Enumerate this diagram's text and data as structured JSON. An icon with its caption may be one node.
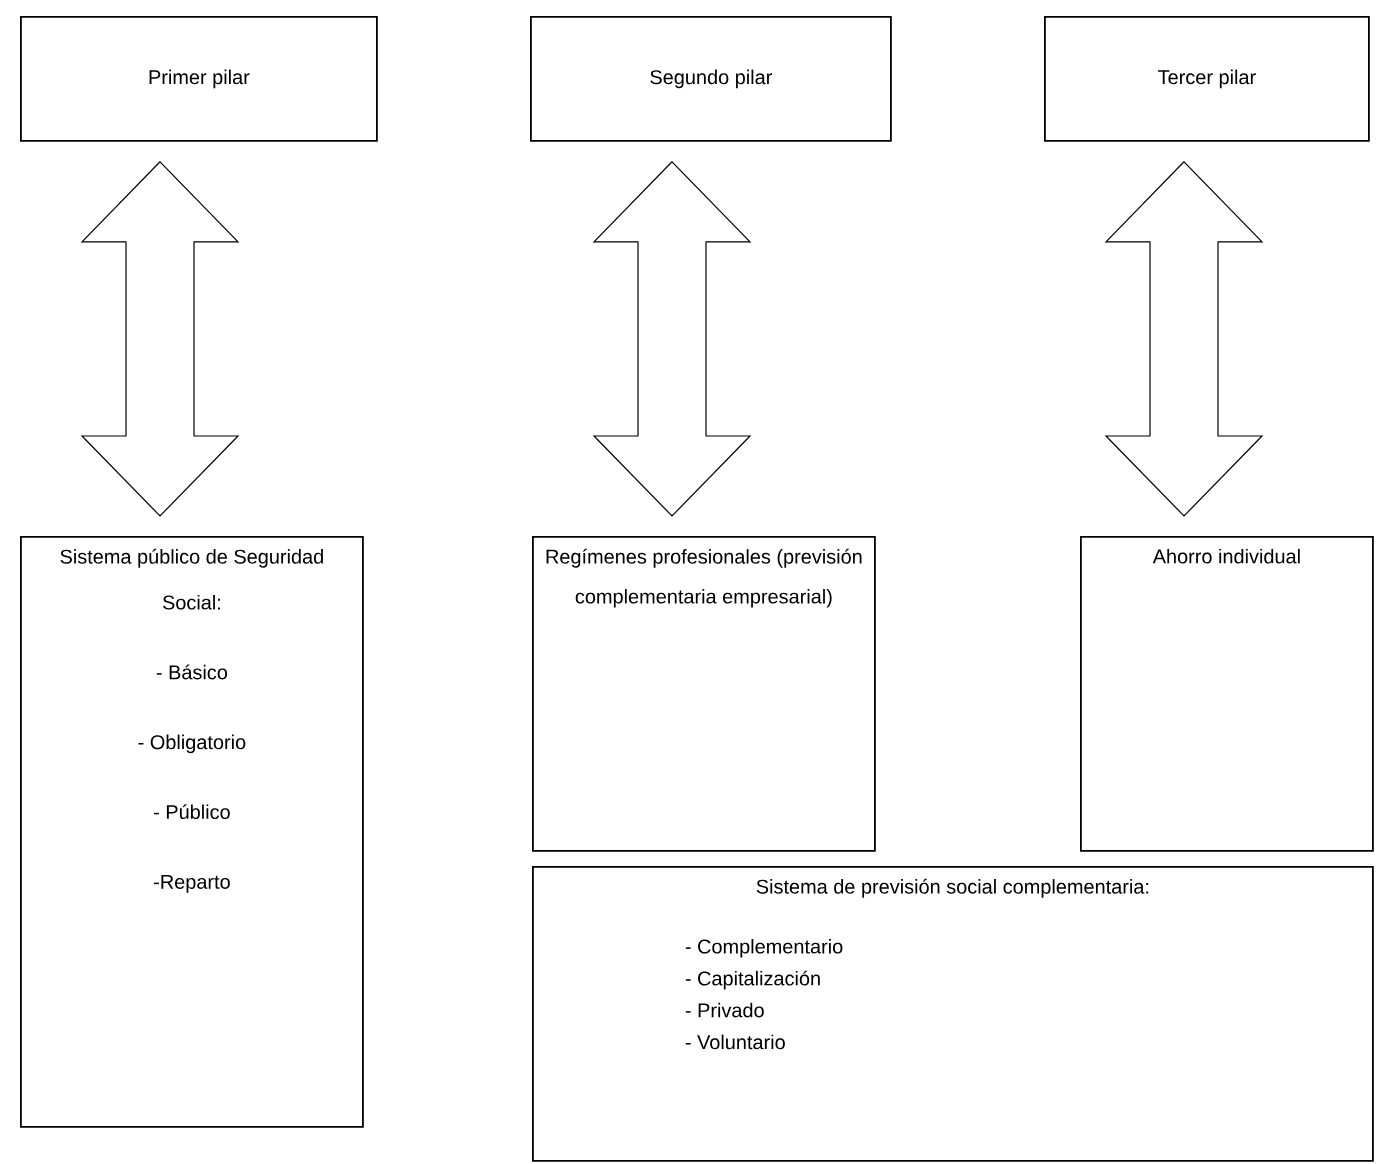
{
  "diagram": {
    "nodes": [
      {
        "text": [
          "Primer pilar"
        ]
      },
      {
        "text": [
          "Segundo pilar"
        ]
      },
      {
        "text": [
          "Tercer pilar"
        ]
      },
      {
        "text": [
          "Sistema público de Seguridad Social:",
          "- Básico",
          "- Obligatorio",
          "- Público",
          "-Reparto"
        ]
      },
      {
        "text": [
          "Regímenes profesionales (previsión complementaria empresarial)"
        ]
      },
      {
        "text": [
          "Ahorro individual"
        ]
      },
      {
        "text": [
          "Sistema de previsión social complementaria:",
          "- Complementario",
          "- Capitalización",
          "- Privado",
          "- Voluntario"
        ]
      }
    ],
    "edges": [
      {
        "from": 0,
        "to": 3,
        "arrow": "both"
      },
      {
        "from": 1,
        "to": 4,
        "arrow": "both"
      },
      {
        "from": 2,
        "to": 5,
        "arrow": "both"
      }
    ]
  }
}
